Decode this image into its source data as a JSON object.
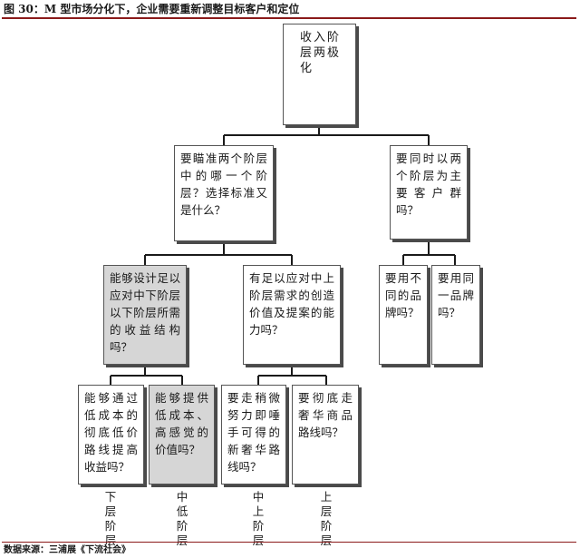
{
  "figure": {
    "title": "图 30：M 型市场分化下，企业需要重新调整目标客户和定位",
    "source": "数据来源：三浦展《下流社会》"
  },
  "tree": {
    "root": "收入阶层两极化",
    "left_question": "要瞄准两个阶层中的哪一个阶层？选择标准又是什么？",
    "right_question": "要同时以两个阶层为主要客户群吗？",
    "left_lower": "能够设计足以应对中下阶层以下阶层所需的收益结构吗？",
    "left_upper": "有足以应对中上阶层需求的创造价值及提案的能力吗？",
    "right_a": "要用不同的品牌吗？",
    "right_b": "要用同一品牌吗？",
    "leaf_1": "能够通过低成本的彻底低价路线提高收益吗？",
    "leaf_2": "能够提供低成本、高感觉的价值吗？",
    "leaf_3": "要走稍微努力即唾手可得的新奢华路线吗？",
    "leaf_4": "要彻底走奢华商品路线吗？"
  },
  "tiers": {
    "t1": "下层阶层",
    "t2": "中低阶层",
    "t3": "中上阶层",
    "t4": "上层阶层"
  },
  "colors": {
    "rule": "#8b1a1a",
    "connector": "#1a1a1a",
    "shaded_box": "#d6d6d6"
  }
}
